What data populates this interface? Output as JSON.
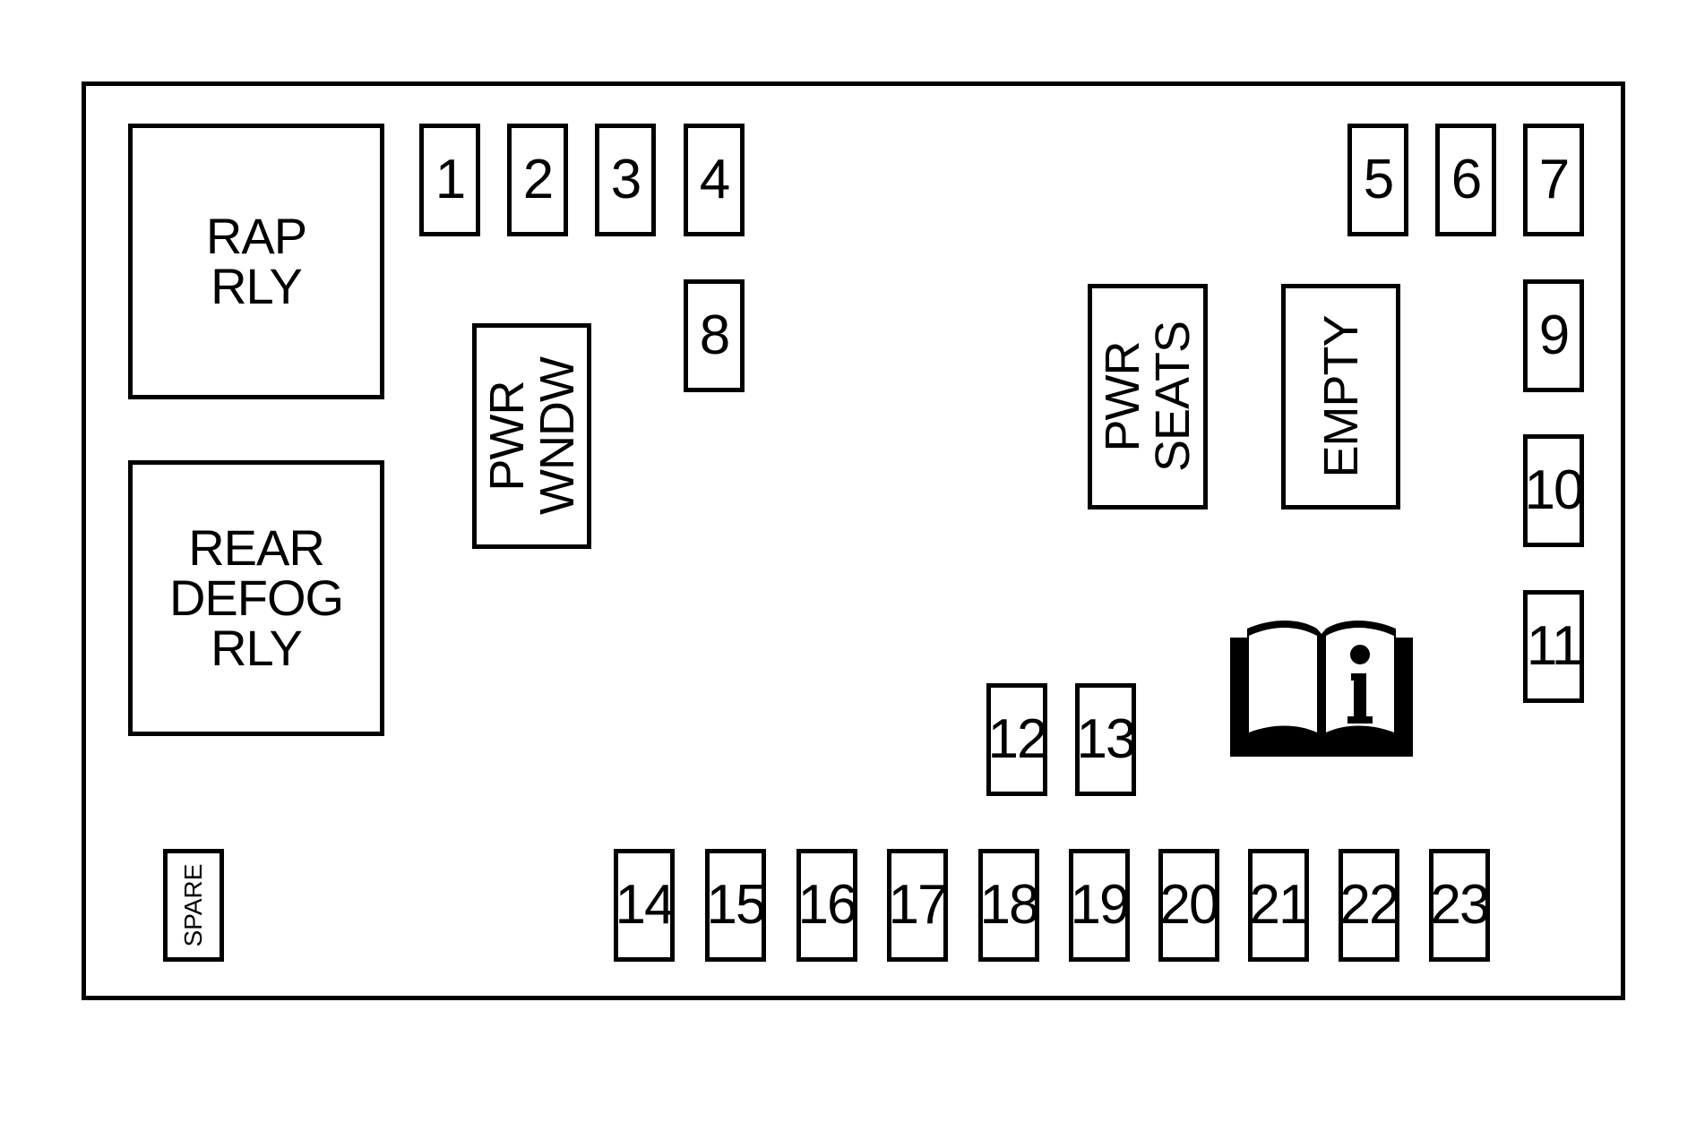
{
  "relays": {
    "rap": [
      "RAP",
      "RLY"
    ],
    "rear_defog": [
      "REAR",
      "DEFOG",
      "RLY"
    ],
    "pwr_wndw": [
      "PWR",
      "WNDW"
    ],
    "pwr_seats": [
      "PWR",
      "SEATS"
    ],
    "empty": [
      "EMPTY"
    ]
  },
  "fuses": {
    "f1": "1",
    "f2": "2",
    "f3": "3",
    "f4": "4",
    "f5": "5",
    "f6": "6",
    "f7": "7",
    "f8": "8",
    "f9": "9",
    "f10": "10",
    "f11": "11",
    "f12": "12",
    "f13": "13",
    "f14": "14",
    "f15": "15",
    "f16": "16",
    "f17": "17",
    "f18": "18",
    "f19": "19",
    "f20": "20",
    "f21": "21",
    "f22": "22",
    "f23": "23"
  },
  "spare_label": "SPARE",
  "icon": "owners-manual-info-icon"
}
